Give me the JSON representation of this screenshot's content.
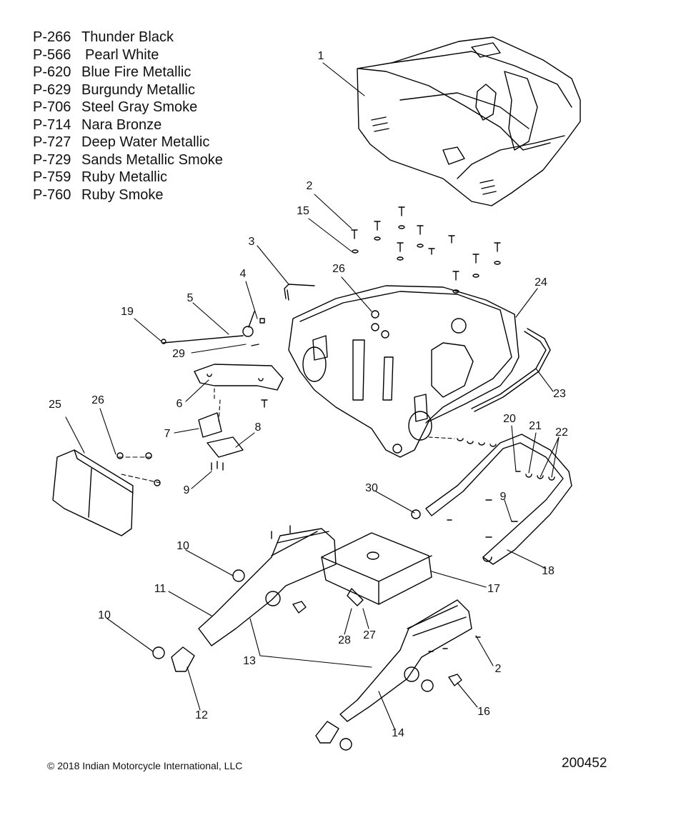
{
  "legend": [
    {
      "code": "P-266",
      "name": "Thunder Black"
    },
    {
      "code": "P-566",
      "name": "Pearl White"
    },
    {
      "code": "P-620",
      "name": "Blue Fire Metallic"
    },
    {
      "code": "P-629",
      "name": "Burgundy Metallic"
    },
    {
      "code": "P-706",
      "name": "Steel Gray Smoke"
    },
    {
      "code": "P-714",
      "name": "Nara Bronze"
    },
    {
      "code": "P-727",
      "name": "Deep Water Metallic"
    },
    {
      "code": "P-729",
      "name": "Sands Metallic Smoke"
    },
    {
      "code": "P-759",
      "name": "Ruby Metallic"
    },
    {
      "code": "P-760",
      "name": "Ruby Smoke"
    }
  ],
  "callouts": [
    "1",
    "2",
    "15",
    "3",
    "26",
    "24",
    "4",
    "5",
    "19",
    "29",
    "23",
    "6",
    "25",
    "26",
    "7",
    "8",
    "20",
    "21",
    "22",
    "9",
    "30",
    "9",
    "18",
    "10",
    "17",
    "11",
    "10",
    "28",
    "27",
    "13",
    "2",
    "12",
    "16",
    "14"
  ],
  "copyright": "© 2018 Indian Motorcycle International, LLC",
  "drawing_number": "200452"
}
